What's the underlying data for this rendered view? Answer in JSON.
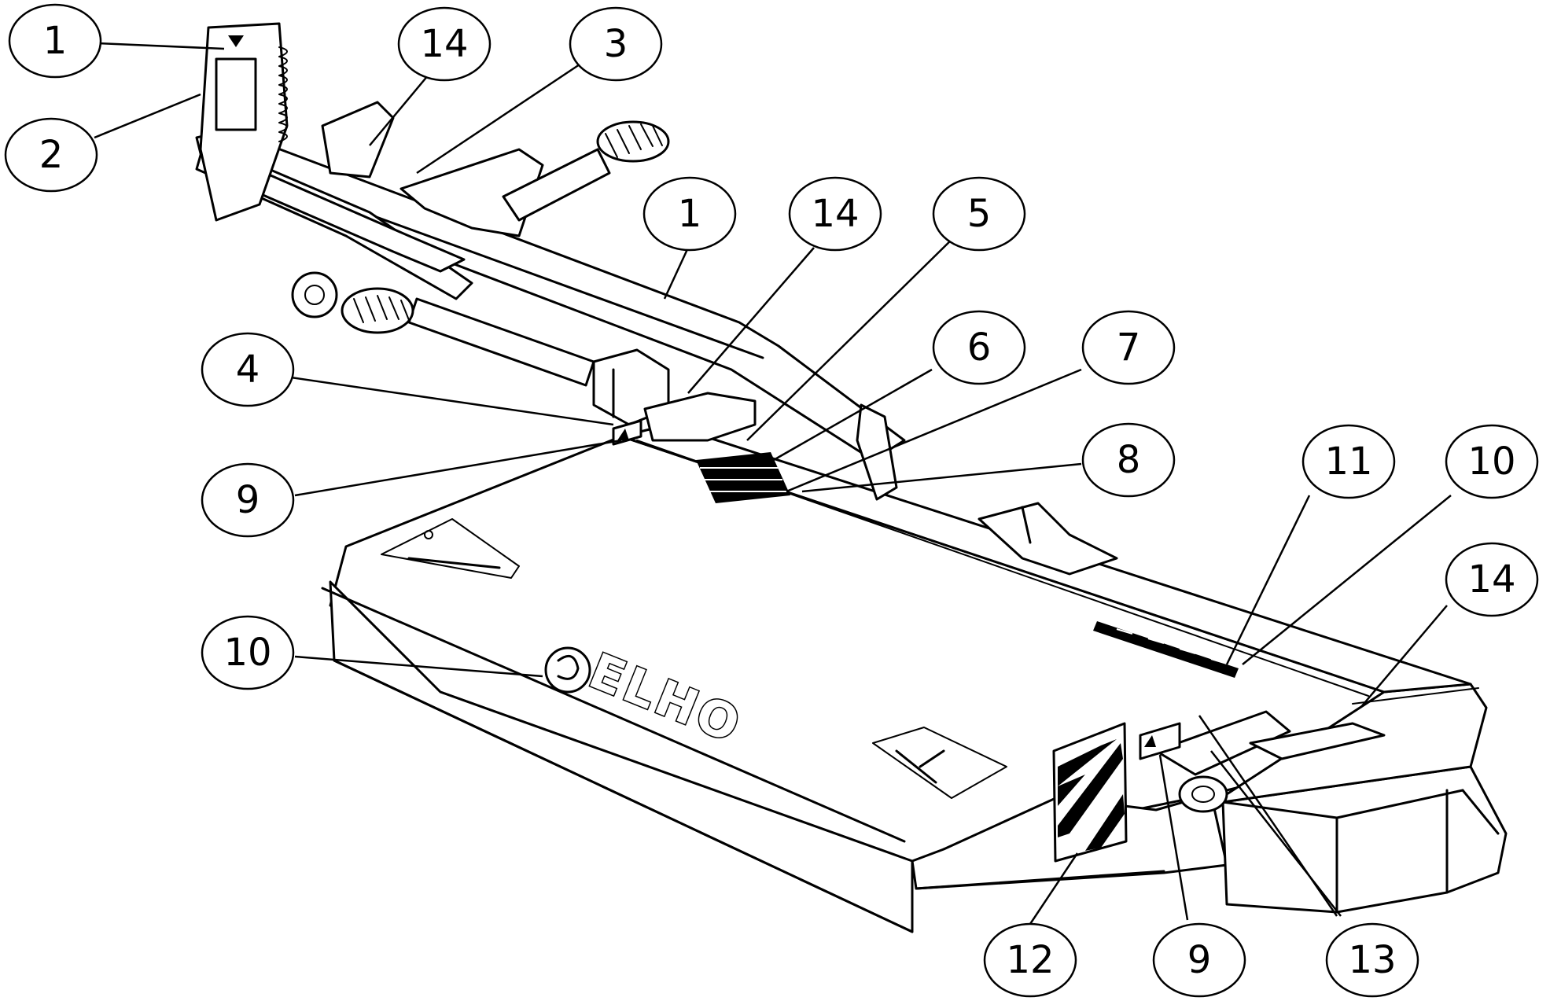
{
  "diagram": {
    "brand_text": "ELHO",
    "callouts": [
      {
        "id": "c1a",
        "label": "1"
      },
      {
        "id": "c2",
        "label": "2"
      },
      {
        "id": "c14a",
        "label": "14"
      },
      {
        "id": "c3",
        "label": "3"
      },
      {
        "id": "c1b",
        "label": "1"
      },
      {
        "id": "c14b",
        "label": "14"
      },
      {
        "id": "c5",
        "label": "5"
      },
      {
        "id": "c4",
        "label": "4"
      },
      {
        "id": "c6",
        "label": "6"
      },
      {
        "id": "c7",
        "label": "7"
      },
      {
        "id": "c9a",
        "label": "9"
      },
      {
        "id": "c8",
        "label": "8"
      },
      {
        "id": "c11",
        "label": "11"
      },
      {
        "id": "c10a",
        "label": "10"
      },
      {
        "id": "c14c",
        "label": "14"
      },
      {
        "id": "c10b",
        "label": "10"
      },
      {
        "id": "c12",
        "label": "12"
      },
      {
        "id": "c9b",
        "label": "9"
      },
      {
        "id": "c13",
        "label": "13"
      }
    ]
  }
}
